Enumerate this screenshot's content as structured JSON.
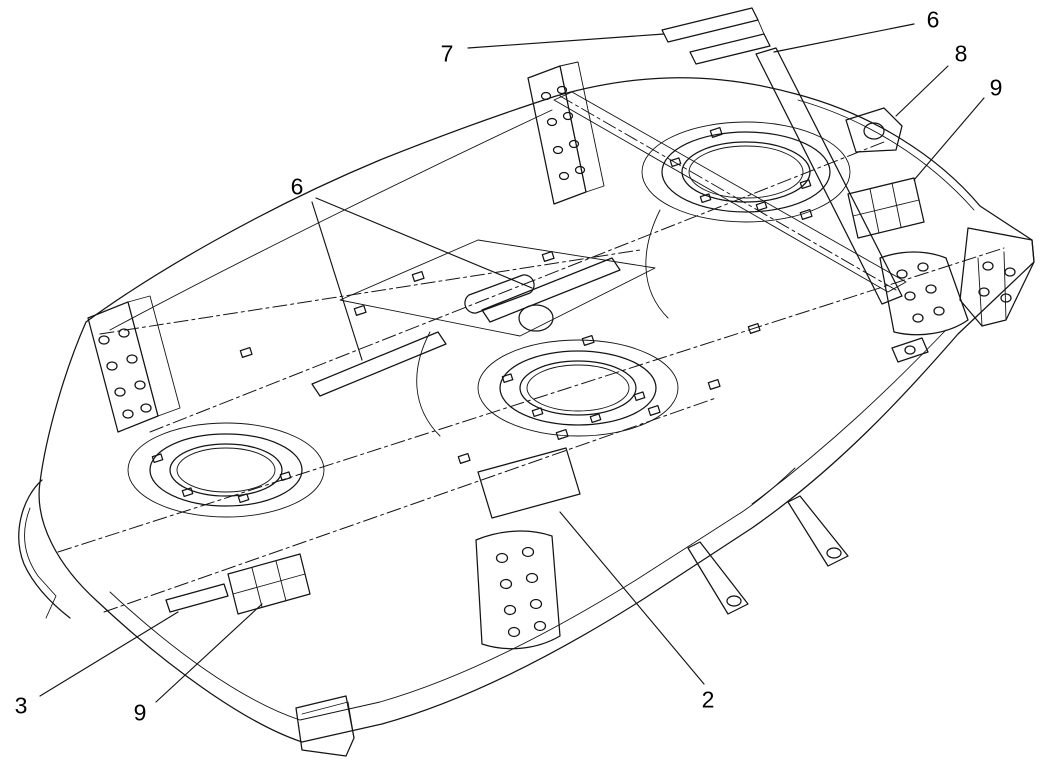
{
  "figure": {
    "background": "#ffffff",
    "line_color": "#141414"
  },
  "callouts": [
    {
      "label": "7"
    },
    {
      "label": "6"
    },
    {
      "label": "8"
    },
    {
      "label": "9"
    },
    {
      "label": "6"
    },
    {
      "label": "3"
    },
    {
      "label": "9"
    },
    {
      "label": "2"
    }
  ]
}
